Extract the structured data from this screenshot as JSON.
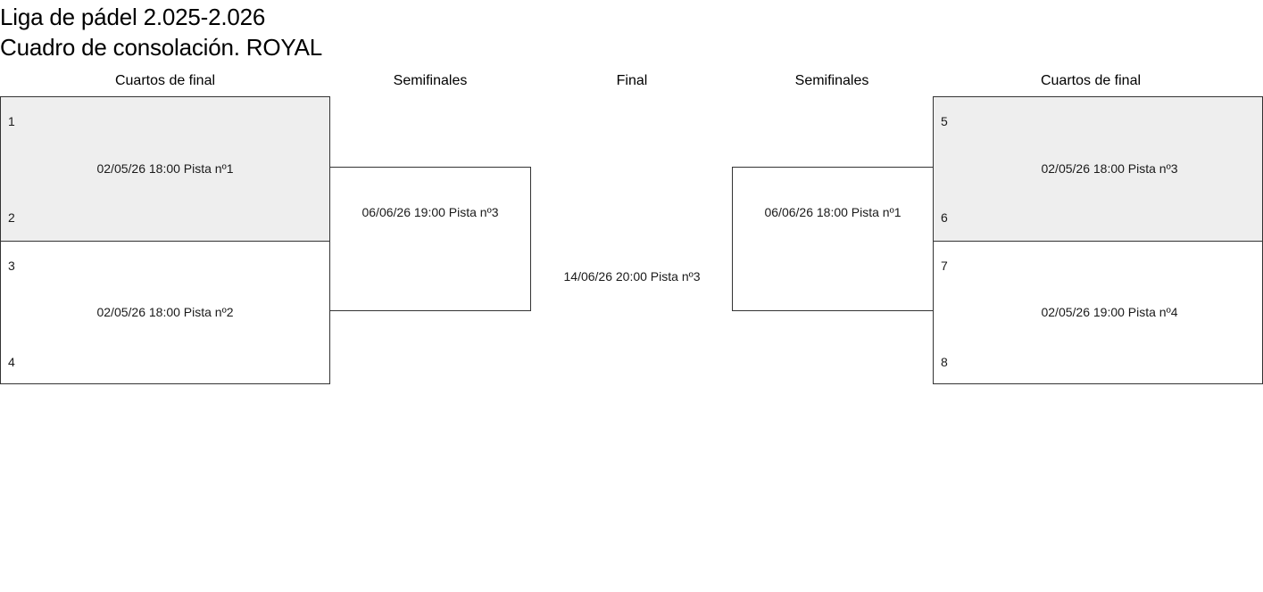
{
  "title": {
    "line1": "Liga de pádel 2.025-2.026",
    "line2": "Cuadro de consolación. ROYAL"
  },
  "headers": {
    "left_quarters": "Cuartos de final",
    "left_semis": "Semifinales",
    "final": "Final",
    "right_semis": "Semifinales",
    "right_quarters": "Cuartos de final"
  },
  "bracket": {
    "left": {
      "quarterfinals": [
        {
          "seed_top": "1",
          "seed_bottom": "2",
          "match": "02/05/26 18:00 Pista nº1",
          "shaded": true
        },
        {
          "seed_top": "3",
          "seed_bottom": "4",
          "match": "02/05/26 18:00 Pista nº2",
          "shaded": false
        }
      ],
      "semifinal": "06/06/26 19:00 Pista nº3"
    },
    "final": "14/06/26 20:00 Pista nº3",
    "right": {
      "semifinal": "06/06/26 18:00 Pista nº1",
      "quarterfinals": [
        {
          "seed_top": "5",
          "seed_bottom": "6",
          "match": "02/05/26 18:00 Pista nº3",
          "shaded": true
        },
        {
          "seed_top": "7",
          "seed_bottom": "8",
          "match": "02/05/26 19:00 Pista nº4",
          "shaded": false
        }
      ]
    }
  },
  "colors": {
    "shaded_slot": "#eeeeee",
    "border": "#333333",
    "text": "#1a1a1a"
  }
}
